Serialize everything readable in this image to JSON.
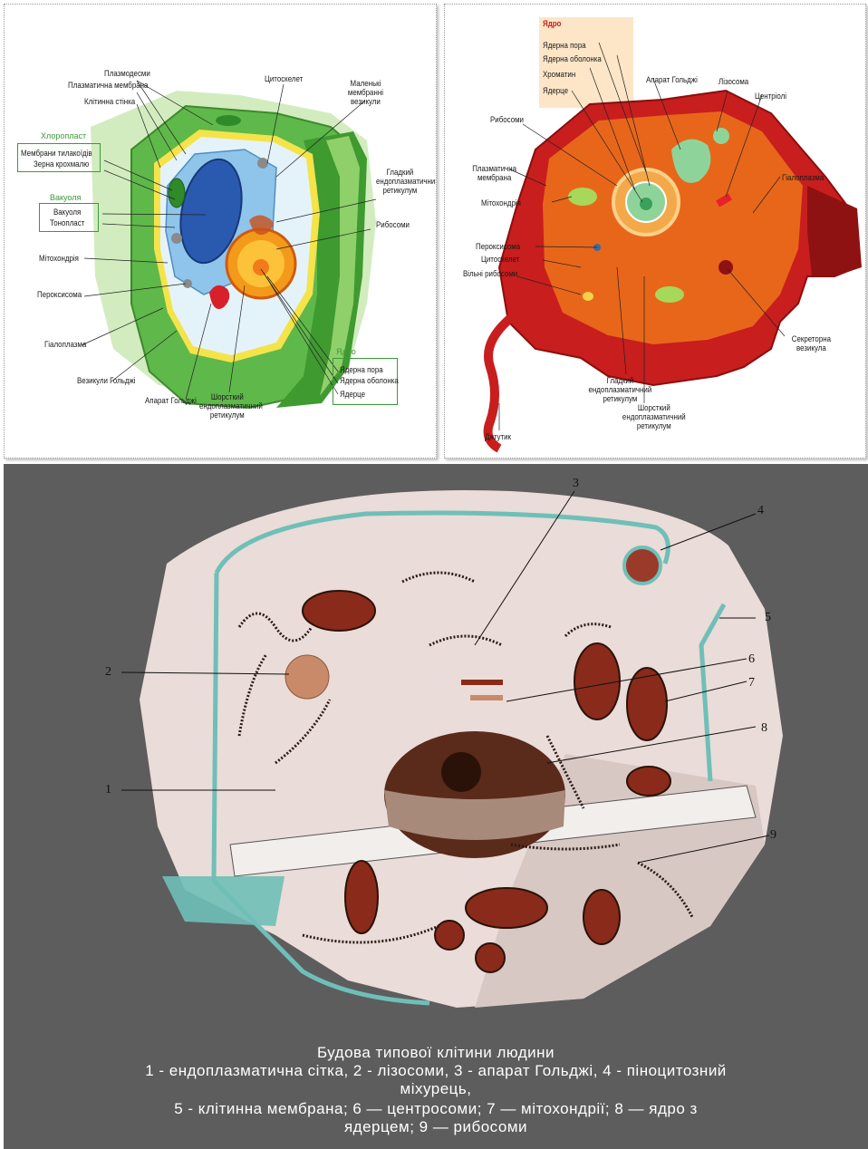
{
  "plant": {
    "labels": {
      "plasmodesmata": "Плазмодесми",
      "plasma_membrane": "Плазматична мембрана",
      "cell_wall": "Клітинна стінка",
      "cytoskeleton": "Цитоскелет",
      "small_vesicles": "Маленькі мембранні везикули",
      "chloroplast": "Хлоропласт",
      "thylakoid_membranes": "Мембрани тилакоїдів",
      "starch_grain": "Зерна крохмалю",
      "vacuole_group": "Вакуоля",
      "vacuole": "Вакуоля",
      "tonoplast": "Тонопласт",
      "smooth_er": "Гладкий ендоплазматичний ретикулум",
      "ribosomes": "Рибосоми",
      "mitochondrion": "Мітохондрія",
      "peroxisome": "Пероксисома",
      "hyaloplasm": "Гіалоплазма",
      "golgi_vesicles": "Везикули Гольджі",
      "golgi": "Апарат Гольджі",
      "rough_er": "Шорсткий ендоплазматичний ретикулум",
      "nucleus_group": "Ядро",
      "nuclear_pore": "Ядерна пора",
      "nuclear_envelope": "Ядерна оболонка",
      "nucleolus": "Ядерце"
    }
  },
  "animal": {
    "labels": {
      "nucleus_group": "Ядро",
      "nuclear_pore": "Ядерна пора",
      "nuclear_envelope": "Ядерна оболонка",
      "chromatin": "Хроматин",
      "nucleolus": "Ядерце",
      "golgi": "Апарат Гольджі",
      "lysosome": "Лізосома",
      "centrioles": "Центріолі",
      "ribosomes": "Рибосоми",
      "plasma_membrane": "Плазматична мембрана",
      "mitochondrion": "Мітохондрія",
      "peroxisome": "Пероксисома",
      "cytoskeleton": "Цитоскелет",
      "free_ribosomes": "Вільні рибосоми",
      "hyaloplasm": "Гіалоплазма",
      "secretory_vesicle": "Секреторна везикула",
      "smooth_er": "Гладкий ендоплазматичний ретикулум",
      "rough_er": "Шорсткий ендоплазматичний ретикулум",
      "flagellum": "Джгутик"
    }
  },
  "human": {
    "numbers": [
      "1",
      "2",
      "3",
      "4",
      "5",
      "6",
      "7",
      "8",
      "9"
    ],
    "caption": [
      "Будова типової клітини людини",
      "1 - ендоплазматична сітка, 2 - лізосоми, 3 - апарат Гольджі, 4 - піноцитозний",
      "міхурець,",
      "5 - клітинна мембрана; 6 — центросоми; 7 — мітохондрії; 8 — ядро з",
      "ядерцем; 9 — рибосоми"
    ]
  },
  "colors": {
    "plant_outer": "#5fb84a",
    "plant_vacuole": "#8fc5ea",
    "plant_nucleus": "#2a5ab0",
    "animal_outer": "#c81e1e",
    "animal_inner": "#e8661a",
    "human_bg": "#5d5d5d",
    "human_membrane": "#6fbfb8",
    "mitochondria": "#8a2a1a"
  }
}
